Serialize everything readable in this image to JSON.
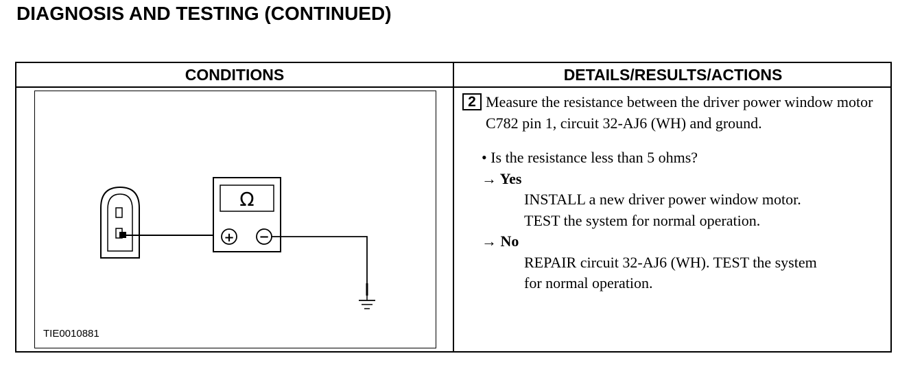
{
  "page": {
    "title": "DIAGNOSIS AND TESTING (CONTINUED)"
  },
  "table": {
    "headers": {
      "conditions": "CONDITIONS",
      "details": "DETAILS/RESULTS/ACTIONS"
    }
  },
  "figure": {
    "id": "TIE0010881",
    "meter_symbol": "Ω",
    "plus_symbol": "+",
    "minus_symbol": "−"
  },
  "step": {
    "number": "2",
    "instruction": "Measure the resistance between the driver power window motor C782 pin 1, circuit 32-AJ6 (WH) and ground.",
    "question": "• Is the resistance less than 5 ohms?",
    "yes": {
      "label": "→ Yes",
      "actions": [
        "INSTALL a new driver power window motor.",
        "TEST the system for normal operation."
      ]
    },
    "no": {
      "label": "→ No",
      "actions": [
        "REPAIR circuit 32-AJ6 (WH). TEST the system",
        "for normal operation."
      ]
    }
  },
  "icons": {
    "connector": "connector-icon",
    "ohmmeter": "ohmmeter-icon",
    "ground": "ground-symbol-icon"
  }
}
